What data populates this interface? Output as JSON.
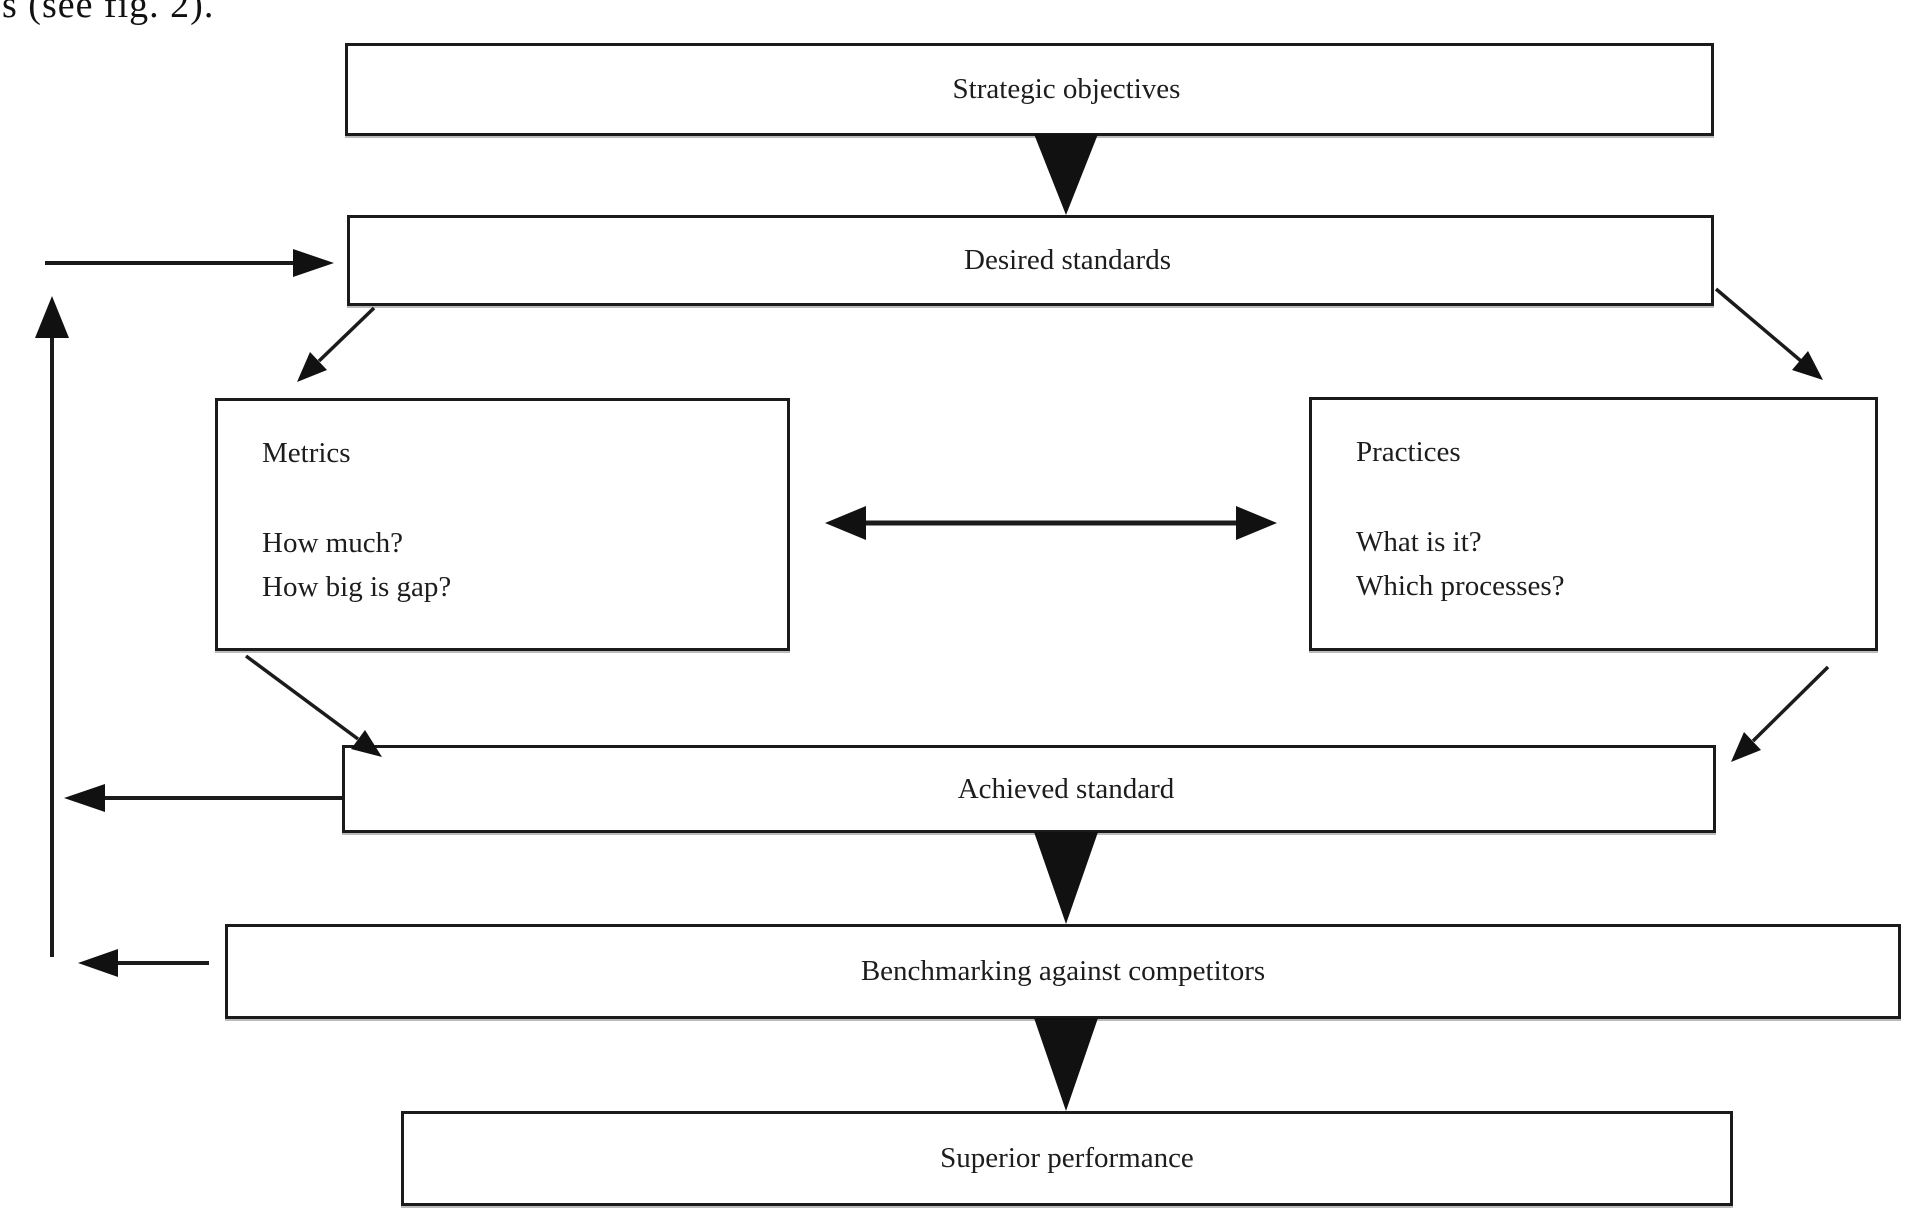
{
  "page": {
    "fragment_text": "s (see fig. 2).",
    "background_color": "#ffffff",
    "ink_color": "#1b1b1b"
  },
  "diagram": {
    "nodes": {
      "strategic": {
        "label": "Strategic objectives"
      },
      "desired": {
        "label": "Desired standards"
      },
      "metrics": {
        "title": "Metrics",
        "line1": "How much?",
        "line2": "How big is gap?"
      },
      "practices": {
        "title": "Practices",
        "line1": "What is it?",
        "line2": "Which processes?"
      },
      "achieved": {
        "label": "Achieved standard"
      },
      "benchmarking": {
        "label": "Benchmarking against competitors"
      },
      "superior": {
        "label": "Superior performance"
      }
    },
    "edges": [
      {
        "from": "strategic",
        "to": "desired",
        "style": "solid-wedge-down"
      },
      {
        "from": "desired",
        "to": "metrics",
        "style": "thin-arrow"
      },
      {
        "from": "desired",
        "to": "practices",
        "style": "thin-arrow"
      },
      {
        "from": "metrics",
        "to": "practices",
        "style": "double-headed-arrow"
      },
      {
        "from": "metrics",
        "to": "achieved",
        "style": "thin-arrow"
      },
      {
        "from": "practices",
        "to": "achieved",
        "style": "thin-arrow"
      },
      {
        "from": "achieved",
        "to": "benchmarking",
        "style": "solid-wedge-down"
      },
      {
        "from": "benchmarking",
        "to": "superior",
        "style": "solid-wedge-down"
      },
      {
        "from": "achieved",
        "to": "feedback-line",
        "style": "left-arrow"
      },
      {
        "from": "benchmarking",
        "to": "feedback-line",
        "style": "left-arrow"
      },
      {
        "from": "feedback-line",
        "to": "desired",
        "style": "up-then-right-arrow"
      }
    ]
  }
}
